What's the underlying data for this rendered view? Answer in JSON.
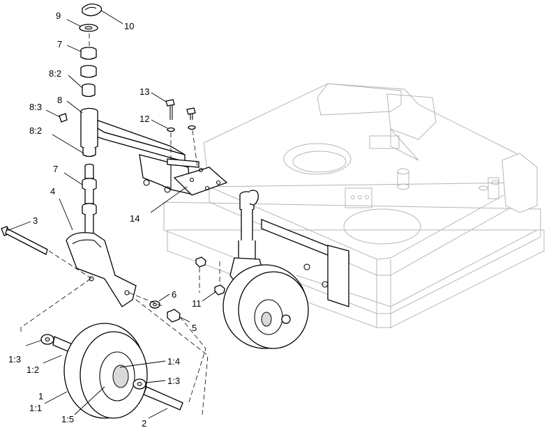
{
  "callouts": [
    {
      "id": "c9",
      "text": "9"
    },
    {
      "id": "c10",
      "text": "10"
    },
    {
      "id": "c7a",
      "text": "7"
    },
    {
      "id": "c82a",
      "text": "8:2"
    },
    {
      "id": "c8",
      "text": "8"
    },
    {
      "id": "c83",
      "text": "8:3"
    },
    {
      "id": "c82b",
      "text": "8:2"
    },
    {
      "id": "c7b",
      "text": "7"
    },
    {
      "id": "c4",
      "text": "4"
    },
    {
      "id": "c3",
      "text": "3"
    },
    {
      "id": "c13",
      "text": "13"
    },
    {
      "id": "c12",
      "text": "12"
    },
    {
      "id": "c14",
      "text": "14"
    },
    {
      "id": "c6",
      "text": "6"
    },
    {
      "id": "c11",
      "text": "11"
    },
    {
      "id": "c5",
      "text": "5"
    },
    {
      "id": "c14b",
      "text": "1:4"
    },
    {
      "id": "c13a",
      "text": "1:3"
    },
    {
      "id": "c12a",
      "text": "1:2"
    },
    {
      "id": "c13b",
      "text": "1:3"
    },
    {
      "id": "c1",
      "text": "1"
    },
    {
      "id": "c11a",
      "text": "1:1"
    },
    {
      "id": "c15",
      "text": "1:5"
    },
    {
      "id": "c2",
      "text": "2"
    }
  ]
}
